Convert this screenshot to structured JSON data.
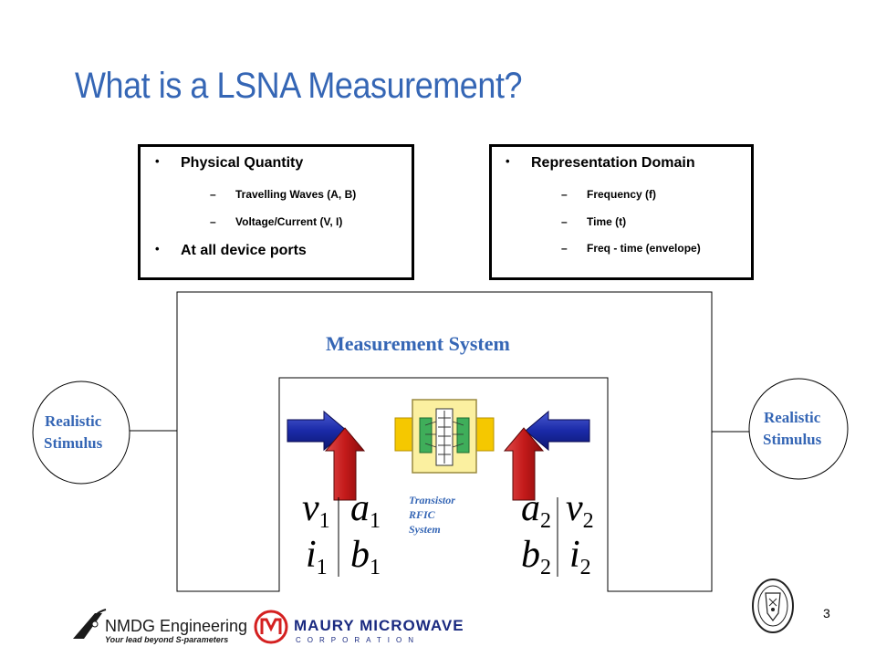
{
  "title": "What is a LSNA Measurement?",
  "box_left": {
    "heading1": "Physical Quantity",
    "sub1": "Travelling Waves (A, B)",
    "sub2": "Voltage/Current (V, I)",
    "heading2": "At all device ports"
  },
  "box_right": {
    "heading1": "Representation Domain",
    "sub1": "Frequency (f)",
    "sub2": "Time (t)",
    "sub3": "Freq - time (envelope)"
  },
  "system_title": "Measurement System",
  "stimulus_left": {
    "line1": "Realistic",
    "line2": "Stimulus"
  },
  "stimulus_right": {
    "line1": "Realistic",
    "line2": "Stimulus"
  },
  "dut_label": {
    "line1": "Transistor",
    "line2": "RFIC",
    "line3": "System"
  },
  "port1": {
    "v": "v",
    "v_sub": "1",
    "a": "a",
    "a_sub": "1",
    "i": "i",
    "i_sub": "1",
    "b": "b",
    "b_sub": "1"
  },
  "port2": {
    "a": "a",
    "a_sub": "2",
    "v": "v",
    "v_sub": "2",
    "b": "b",
    "b_sub": "2",
    "i": "i",
    "i_sub": "2"
  },
  "bullet_glyph": "•",
  "dash_glyph": "–",
  "page_number": "3",
  "logos": {
    "nmdg_name": "NMDG Engineering",
    "nmdg_tagline": "Your lead beyond S-parameters",
    "maury_name": "MAURY MICROWAVE",
    "maury_sub": "CORPORATION"
  },
  "colors": {
    "accent_blue": "#3566b5",
    "arrow_blue": "#1a2aa8",
    "arrow_red": "#c41a1a",
    "chip_yellow": "#f5dc5a",
    "chip_green": "#3fae5a",
    "maury_red": "#d42020"
  }
}
